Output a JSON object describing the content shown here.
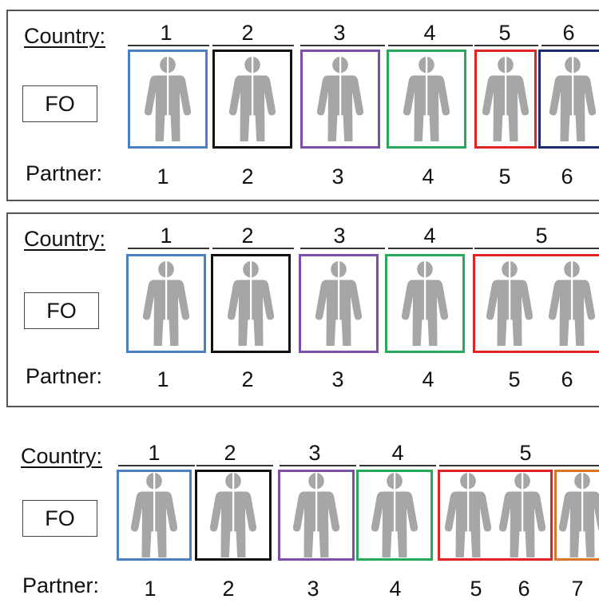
{
  "labels": {
    "country": "Country:",
    "partner": "Partner:",
    "fo": "FO"
  },
  "colors": {
    "blue": "#4a7fc4",
    "black": "#111111",
    "purple": "#7b4fa8",
    "green": "#27a85a",
    "red": "#e02424",
    "navy": "#1d2c6b",
    "orange": "#d9752a",
    "person": "#a6a6a6"
  },
  "panels": [
    {
      "countries": [
        "1",
        "2",
        "3",
        "4",
        "5",
        "6"
      ],
      "partners": [
        "1",
        "2",
        "3",
        "4",
        "5",
        "6"
      ],
      "frames": [
        {
          "country": "1",
          "color": "blue",
          "people": 1
        },
        {
          "country": "2",
          "color": "black",
          "people": 1
        },
        {
          "country": "3",
          "color": "purple",
          "people": 1
        },
        {
          "country": "4",
          "color": "green",
          "people": 1
        },
        {
          "country": "5",
          "color": "red",
          "people": 1
        },
        {
          "country": "6",
          "color": "navy",
          "people": 1
        }
      ]
    },
    {
      "countries": [
        "1",
        "2",
        "3",
        "4",
        "5"
      ],
      "partners": [
        "1",
        "2",
        "3",
        "4",
        "5",
        "6"
      ],
      "frames": [
        {
          "country": "1",
          "color": "blue",
          "people": 1
        },
        {
          "country": "2",
          "color": "black",
          "people": 1
        },
        {
          "country": "3",
          "color": "purple",
          "people": 1
        },
        {
          "country": "4",
          "color": "green",
          "people": 1
        },
        {
          "country": "5",
          "color": "red",
          "people": 2
        }
      ]
    },
    {
      "countries": [
        "1",
        "2",
        "3",
        "4",
        "5"
      ],
      "partners": [
        "1",
        "2",
        "3",
        "4",
        "5",
        "6",
        "7"
      ],
      "frames": [
        {
          "country": "1",
          "color": "blue",
          "people": 1
        },
        {
          "country": "2",
          "color": "black",
          "people": 1
        },
        {
          "country": "3",
          "color": "purple",
          "people": 1
        },
        {
          "country": "4",
          "color": "green",
          "people": 1
        },
        {
          "country": "5",
          "color": "red",
          "people": 2
        },
        {
          "country": "",
          "color": "orange",
          "people": 1
        }
      ]
    }
  ]
}
